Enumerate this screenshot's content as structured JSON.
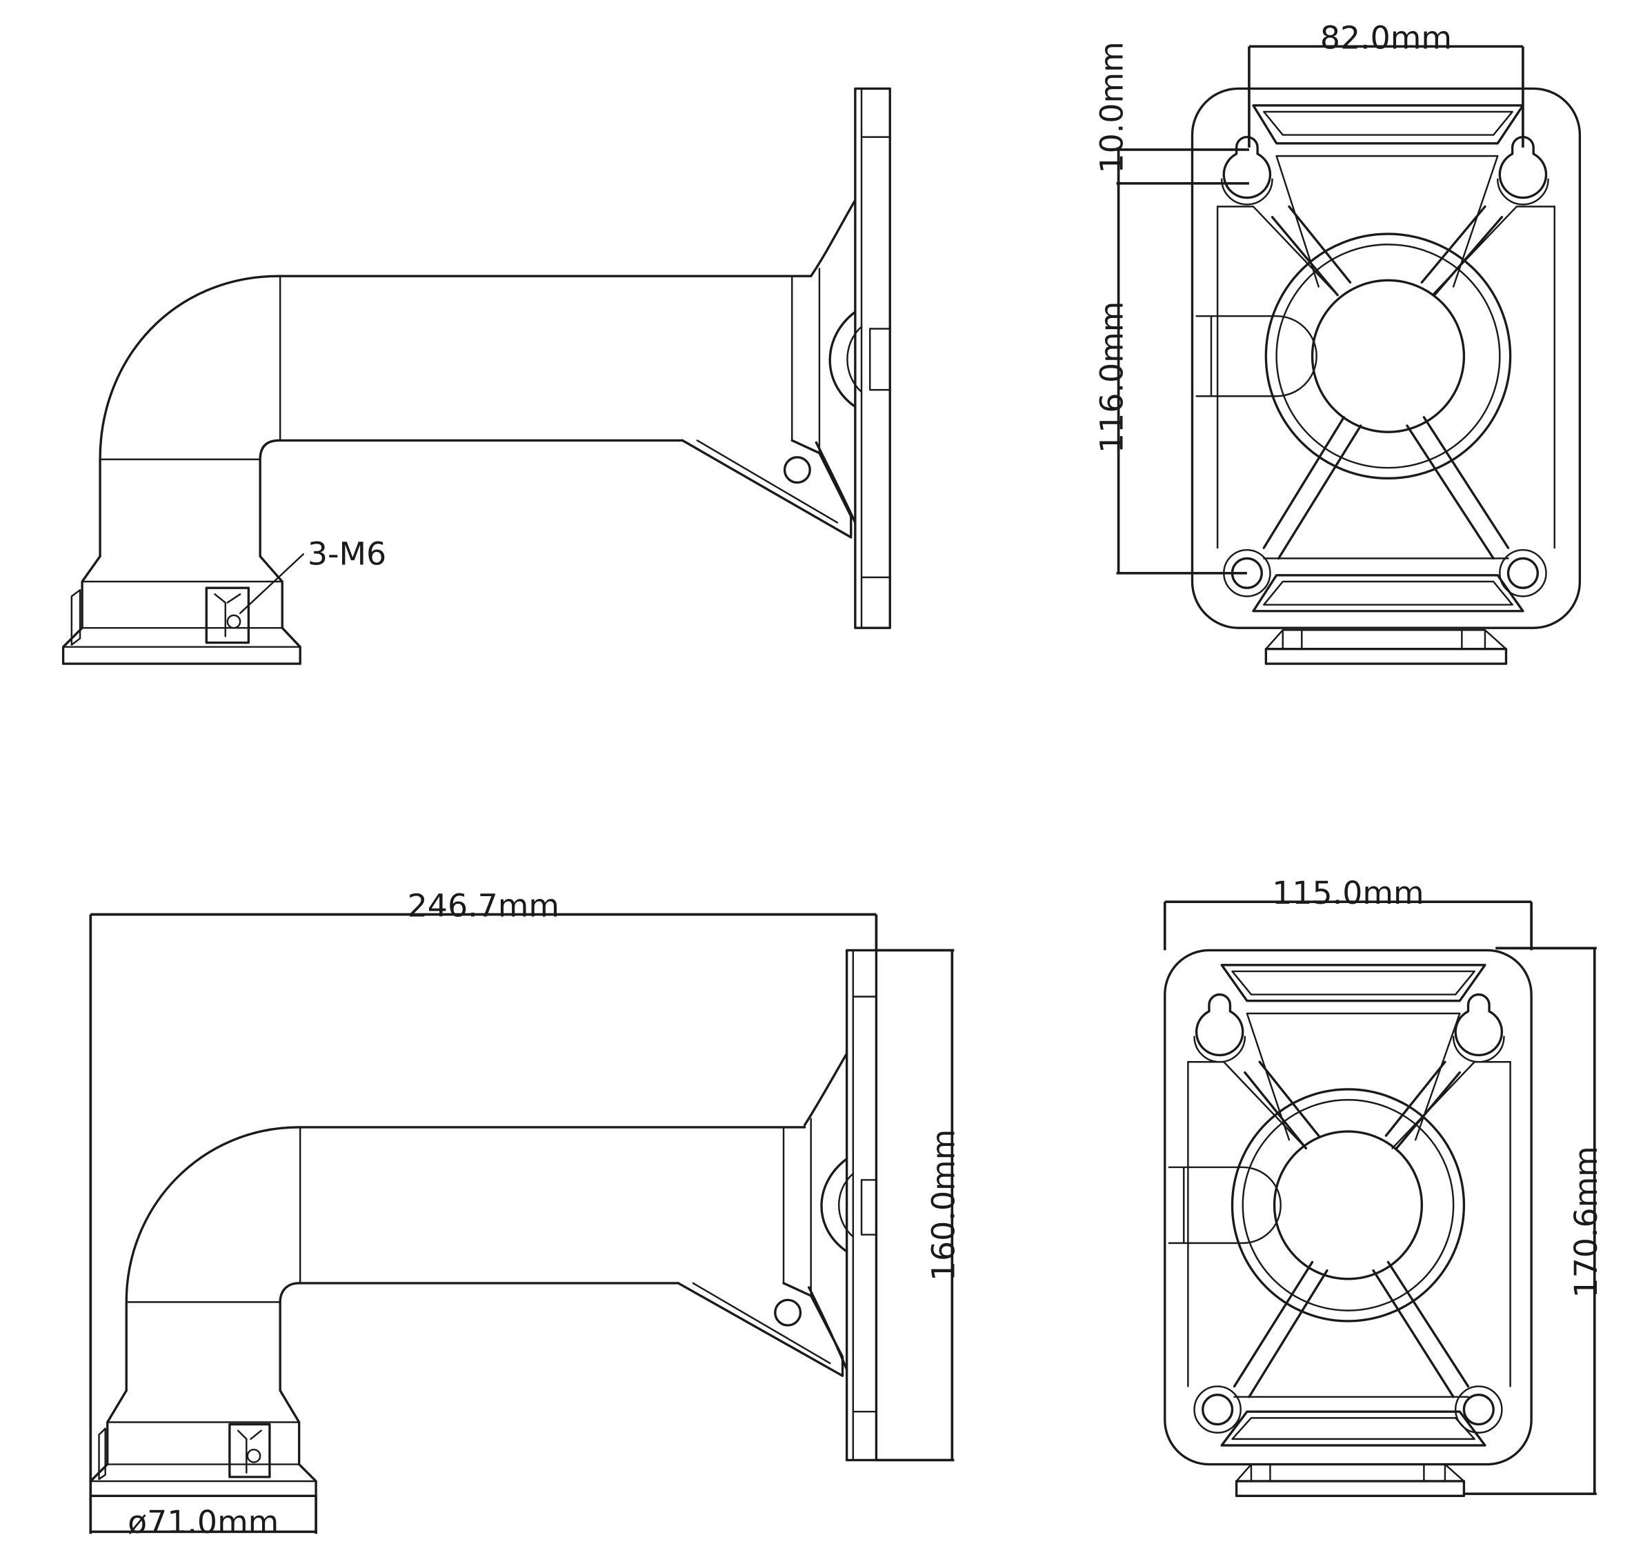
{
  "views": {
    "side_top": {
      "callout": "3-M6"
    },
    "front_top": {
      "width_holes": "82.0mm",
      "hole_offset": "10.0mm",
      "height_holes": "116.0mm"
    },
    "side_bottom": {
      "length": "246.7mm",
      "plate_height": "160.0mm",
      "diameter": "ø71.0mm"
    },
    "front_bottom": {
      "width": "115.0mm",
      "height": "170.6mm"
    }
  }
}
